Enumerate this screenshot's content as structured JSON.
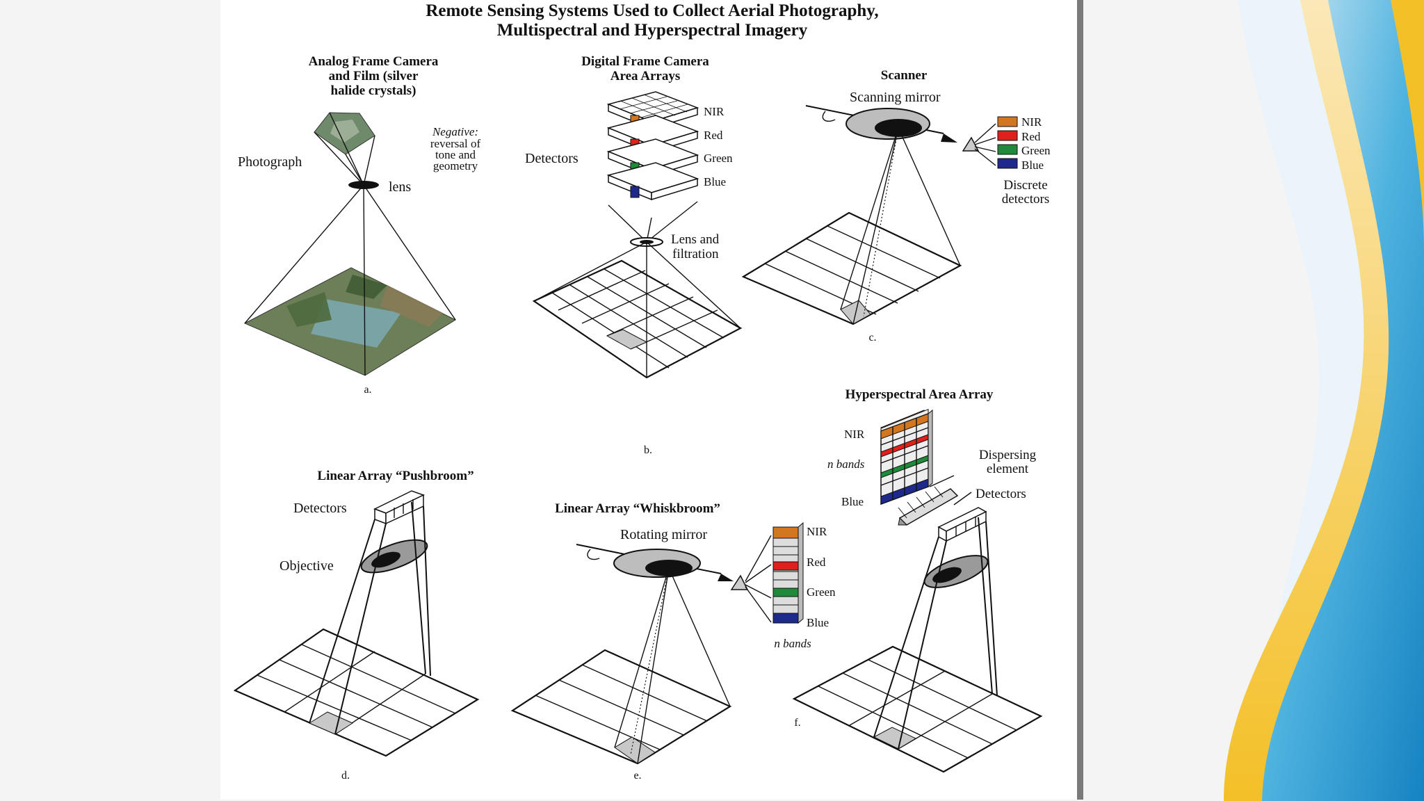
{
  "title": {
    "line1": "Remote Sensing Systems Used to Collect Aerial Photography,",
    "line2": "Multispectral and Hyperspectral Imagery"
  },
  "panels": {
    "a": {
      "heading": [
        "Analog Frame Camera",
        "and Film (silver",
        "halide crystals)"
      ],
      "photograph": "Photograph",
      "negative": [
        "Negative:",
        "reversal of",
        "tone and",
        "geometry"
      ],
      "lens": "lens",
      "letter": "a."
    },
    "b": {
      "heading": [
        "Digital Frame Camera",
        "Area Arrays"
      ],
      "detectors": "Detectors",
      "bands": [
        "NIR",
        "Red",
        "Green",
        "Blue"
      ],
      "lens": [
        "Lens and",
        "filtration"
      ],
      "letter": "b."
    },
    "c": {
      "heading": "Scanner",
      "mirror": "Scanning mirror",
      "bands": [
        "NIR",
        "Red",
        "Green",
        "Blue"
      ],
      "detectors": [
        "Discrete",
        "detectors"
      ],
      "letter": "c."
    },
    "d": {
      "heading": "Linear Array “Pushbroom”",
      "detectors": "Detectors",
      "objective": "Objective",
      "letter": "d."
    },
    "e": {
      "heading": "Linear Array “Whiskbroom”",
      "mirror": "Rotating mirror",
      "bands": [
        "NIR",
        "Red",
        "Green",
        "Blue"
      ],
      "nbands": "n bands",
      "letter": "e."
    },
    "f": {
      "heading": "Hyperspectral Area Array",
      "nir": "NIR",
      "nbands": "n bands",
      "blue": "Blue",
      "dispersing": [
        "Dispersing",
        "element"
      ],
      "detectors": "Detectors",
      "letter": "f."
    }
  },
  "colors": {
    "nir": "#d2771f",
    "red": "#e0201c",
    "green": "#1f8a3a",
    "blue": "#1d2a8c",
    "ground_gray": "#c8c8c8",
    "wave_blue": "#1e8fd0",
    "wave_yellow": "#f6c52e"
  }
}
